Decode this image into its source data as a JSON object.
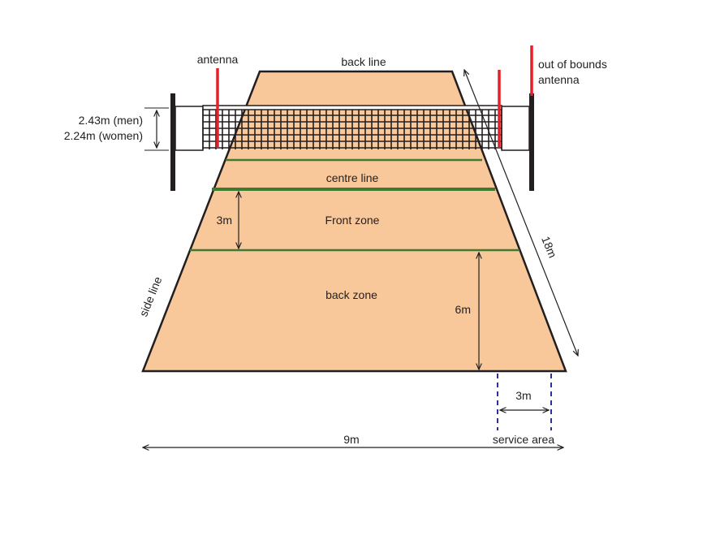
{
  "labels": {
    "antenna": "antenna",
    "back_line": "back line",
    "out_of_bounds_line1": "out of bounds",
    "out_of_bounds_line2": "antenna",
    "net_height_men": "2.43m (men)",
    "net_height_women": "2.24m (women)",
    "centre_line": "centre line",
    "front_zone": "Front zone",
    "front_zone_depth": "3m",
    "back_zone": "back zone",
    "back_zone_depth": "6m",
    "court_length": "18m",
    "side_line": "side line",
    "service_area_width": "3m",
    "service_area": "service area",
    "court_width": "9m"
  },
  "colors": {
    "court": "#f8c89b",
    "court_line": "#231f20",
    "zone_line": "#3f7a33",
    "antenna": "#e3212b",
    "post": "#231f20",
    "net": "#231f20",
    "service_dash": "#2e3192"
  }
}
